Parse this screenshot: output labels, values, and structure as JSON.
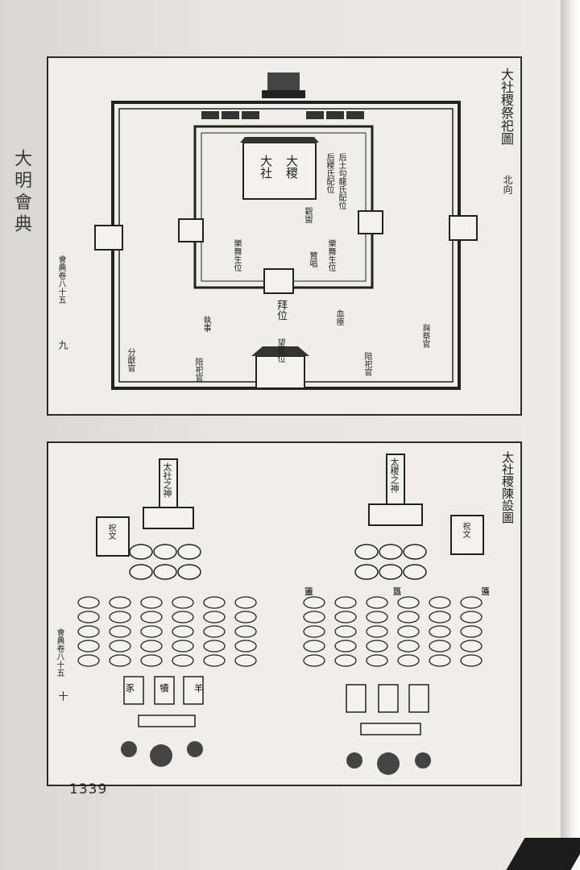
{
  "book": {
    "title": "大明會典",
    "page_number": "1339"
  },
  "top_figure": {
    "title": "大社稷祭祀圖",
    "direction": "北向",
    "roll_label": "會典卷八十五",
    "leaf": "九",
    "altar_left": "大社",
    "altar_right": "大稷",
    "labels": {
      "spirit_right": "后土勾龍氏配位",
      "ancestor_right": "后稷氏配位",
      "guan_xi": "觀盥",
      "bai_wei": "拜位",
      "lead_left": "樂舞生位",
      "lead_right": "樂舞生位",
      "inner_1": "贊唱",
      "left_a": "分獻官",
      "left_b": "執事",
      "right_a": "血瘞",
      "right_b": "與祭官",
      "bottom_left": "陪祀官",
      "bottom_right": "陪祀官",
      "gate": "望瘞位"
    }
  },
  "bottom_figure": {
    "title": "太社稷陳設圖",
    "roll_label": "會典卷八十五",
    "leaf": "十",
    "tablet_left": "太社之神",
    "tablet_right": "太稷之神",
    "left_side": "祝文",
    "right_side": "祝文",
    "labels_top": [
      "簠",
      "簋",
      "籩"
    ],
    "animals": [
      "豕",
      "犢",
      "羊"
    ]
  }
}
